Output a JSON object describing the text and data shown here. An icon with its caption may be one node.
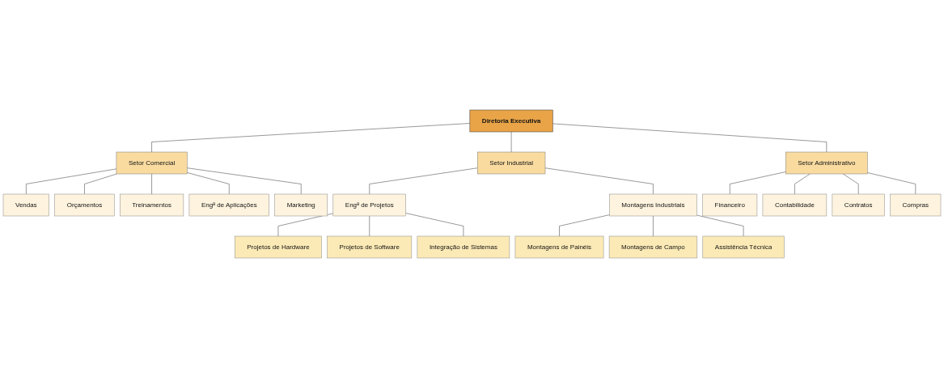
{
  "diagram": {
    "nodes": [
      {
        "text": [
          "Diretoria Executiva"
        ]
      },
      {
        "text": [
          "Setor Comercial"
        ]
      },
      {
        "text": [
          "Setor Industrial"
        ]
      },
      {
        "text": [
          "Setor Administrativo"
        ]
      },
      {
        "text": [
          "Vendas"
        ]
      },
      {
        "text": [
          "Orçamentos"
        ]
      },
      {
        "text": [
          "Treinamentos"
        ]
      },
      {
        "text": [
          "Engª de Aplicações"
        ]
      },
      {
        "text": [
          "Marketing"
        ]
      },
      {
        "text": [
          "Engª de Projetos"
        ]
      },
      {
        "text": [
          "Montagens Industriais"
        ]
      },
      {
        "text": [
          "Projetos de Hardware"
        ]
      },
      {
        "text": [
          "Projetos de Software"
        ]
      },
      {
        "text": [
          "Integração de Sistemas"
        ]
      },
      {
        "text": [
          "Montagens de Painéis"
        ]
      },
      {
        "text": [
          "Montagens de Campo"
        ]
      },
      {
        "text": [
          "Assistência Técnica"
        ]
      },
      {
        "text": [
          "Financeiro"
        ]
      },
      {
        "text": [
          "Contabilidade"
        ]
      },
      {
        "text": [
          "Contratos"
        ]
      },
      {
        "text": [
          "Compras"
        ]
      }
    ],
    "edges": [
      {
        "from": 0,
        "to": 1,
        "arrow": "none"
      },
      {
        "from": 0,
        "to": 2,
        "arrow": "none"
      },
      {
        "from": 0,
        "to": 3,
        "arrow": "none"
      },
      {
        "from": 1,
        "to": 4,
        "arrow": "none"
      },
      {
        "from": 1,
        "to": 5,
        "arrow": "none"
      },
      {
        "from": 1,
        "to": 6,
        "arrow": "none"
      },
      {
        "from": 1,
        "to": 7,
        "arrow": "none"
      },
      {
        "from": 1,
        "to": 8,
        "arrow": "none"
      },
      {
        "from": 2,
        "to": 9,
        "arrow": "none"
      },
      {
        "from": 2,
        "to": 10,
        "arrow": "none"
      },
      {
        "from": 9,
        "to": 11,
        "arrow": "none"
      },
      {
        "from": 9,
        "to": 12,
        "arrow": "none"
      },
      {
        "from": 9,
        "to": 13,
        "arrow": "none"
      },
      {
        "from": 10,
        "to": 14,
        "arrow": "none"
      },
      {
        "from": 10,
        "to": 15,
        "arrow": "none"
      },
      {
        "from": 10,
        "to": 16,
        "arrow": "none"
      },
      {
        "from": 3,
        "to": 17,
        "arrow": "none"
      },
      {
        "from": 3,
        "to": 18,
        "arrow": "none"
      },
      {
        "from": 3,
        "to": 19,
        "arrow": "none"
      },
      {
        "from": 3,
        "to": 20,
        "arrow": "none"
      }
    ]
  }
}
